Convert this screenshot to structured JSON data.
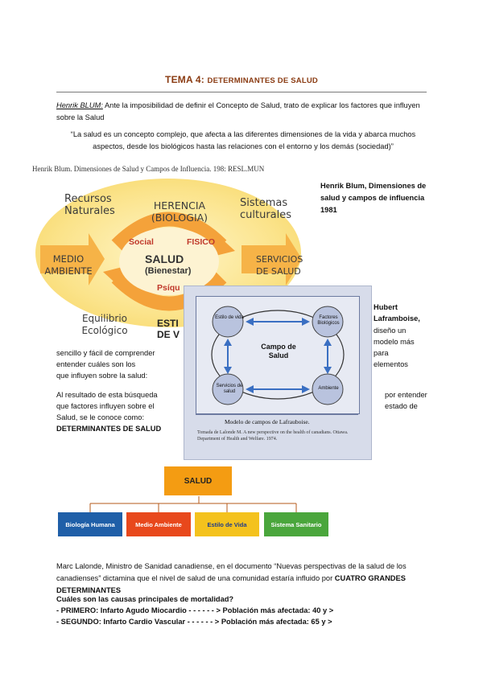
{
  "title": {
    "main": "TEMA 4: ",
    "sub": "DETERMINANTES DE SALUD"
  },
  "intro": {
    "author": "Henrik BLUM:",
    "text": " Ante la imposibilidad de definir el Concepto de Salud, trato de explicar los factores que influyen sobre la Salud"
  },
  "quote": "“La salud es un concepto complejo, que afecta a las diferentes dimensiones de la vida y abarca muchos aspectos, desde los biológicos hasta las relaciones con el entorno y los demás (sociedad)”",
  "blum_figure": {
    "caption": "Henrik Blum. Dimensiones de Salud y Campos de Influencia. 198: RESL.MUN",
    "recursos": "Recursos Naturales",
    "herencia": "HERENCIA (BIOLOGIA)",
    "sistemas": "Sistemas culturales",
    "medio": "MEDIO AMBIENTE",
    "social": "Social",
    "fisico": "FISICO",
    "salud": "SALUD",
    "bienestar": "(Bienestar)",
    "psiq": "Psíqu",
    "servicios": "SERVICIOS DE SALUD",
    "equilibrio": "Equilibrio Ecológico",
    "esti": "ESTI",
    "dev": "DE V",
    "colors": {
      "arrow": "#f4a23a",
      "social": "#c0392b"
    }
  },
  "blum_label": "Henrik Blum, Dimensiones de salud y campos de influencia 1981",
  "lalonde_figure": {
    "estilo": "Estilo de vida",
    "factores": "Factores Biológicos",
    "campo": "Campo de Salud",
    "servicios": "Servicios de salud",
    "ambiente": "Ambiente",
    "model_title": "Modelo de campos de Lafrauboise.",
    "ref": "Tomada de Lalonde M. A new perspective on the health of canadians. Ottawa. Department of Health and Welfare. 1974."
  },
  "hubert": {
    "name1": "Hubert",
    "name2": "Laframboise,",
    "l3": "diseño un",
    "l4": "modelo más",
    "l5": "para",
    "l6": "elementos"
  },
  "left_text": {
    "l1": "sencillo y fácil de comprender",
    "l2": "entender cuáles son los",
    "l3": "que influyen sobre la salud:",
    "l4": "Al resultado de esta búsqueda",
    "l5": "que factores influyen sobre el",
    "l6": "Salud, se le conoce como:",
    "l7": "DETERMINANTES DE SALUD"
  },
  "right_text": {
    "l1": "por entender",
    "l2": "estado de"
  },
  "tree": {
    "root": "SALUD",
    "children": [
      "Biología Humana",
      "Medio Ambiente",
      "Estilo de Vida",
      "Sistema Sanitario"
    ],
    "colors": [
      "#1f5fa8",
      "#e8481c",
      "#f4c21d",
      "#4aa63c"
    ]
  },
  "lalonde_text": {
    "p1": "Marc Lalonde, Ministro de Sanidad canadiense, en el documento “Nuevas perspectivas de la salud de los canadienses” dictamina que el nivel de salud de una comunidad estaría influido por ",
    "p1b": "CUATRO GRANDES DETERMINANTES",
    "q": "Cuáles son las causas principales de mortalidad?",
    "i1a": "- PRIMERO",
    "i1b": ": Infarto Agudo Miocardio - - - - - - > Población más afectada: 40 y >",
    "i2a": "- SEGUNDO",
    "i2b": ": Infarto Cardio Vascular - - - - - - > Población más afectada: 65 y >"
  }
}
